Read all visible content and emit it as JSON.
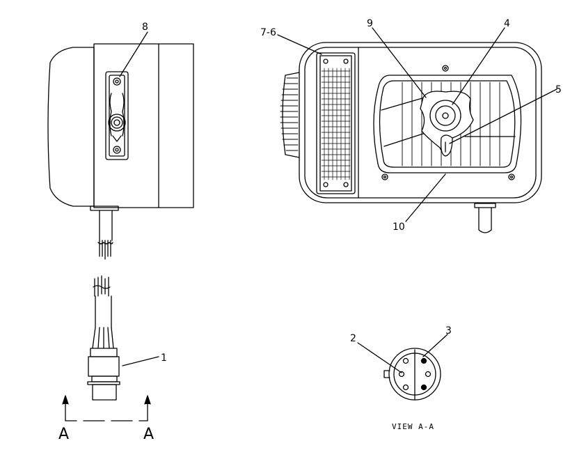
{
  "callouts": {
    "c1": "1",
    "c2": "2",
    "c3": "3",
    "c4": "4",
    "c5": "5",
    "c76": "7-6",
    "c8": "8",
    "c9": "9",
    "c10": "10"
  },
  "section": {
    "left": "A",
    "right": "A",
    "view_label": "VIEW A-A"
  }
}
